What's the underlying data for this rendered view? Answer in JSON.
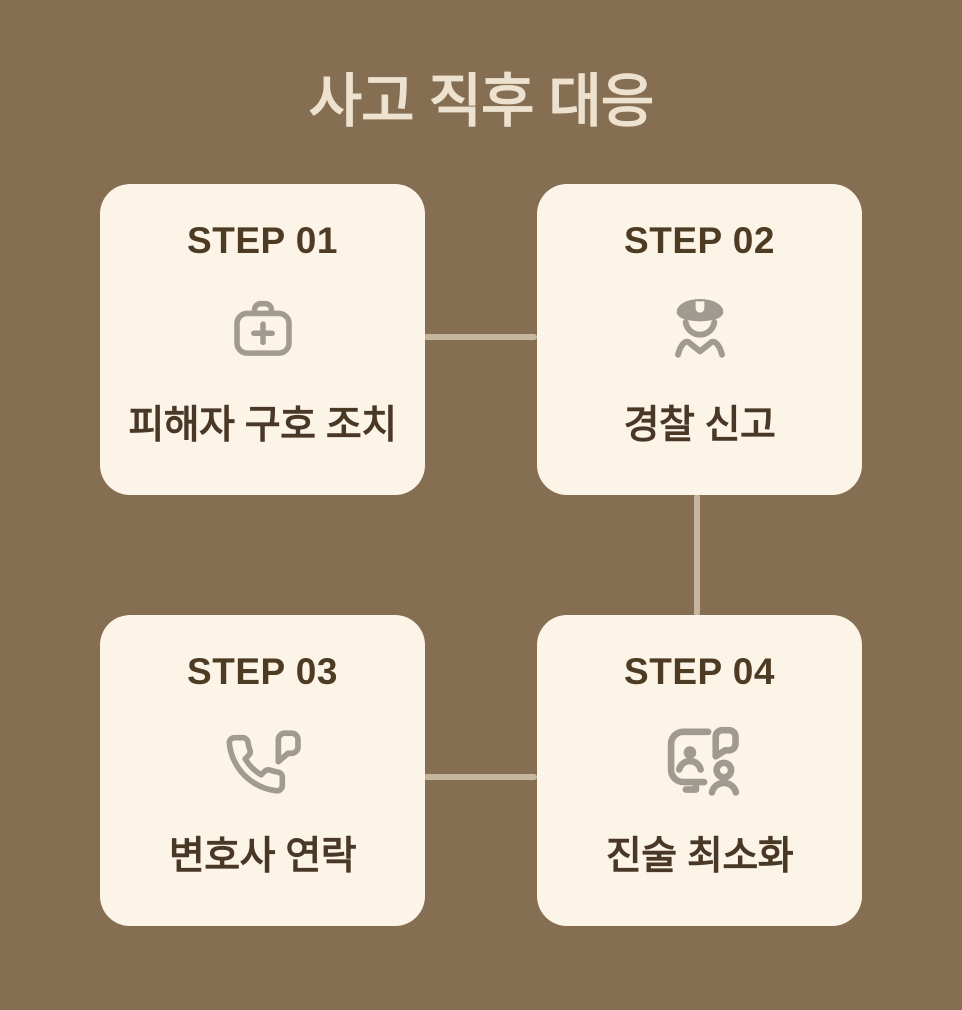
{
  "title": "사고 직후 대응",
  "colors": {
    "background": "#856e52",
    "card_background": "#fdf4e8",
    "title_text": "#ede2d0",
    "step_text": "#4e3b23",
    "label_text": "#4a3826",
    "icon_gray": "#a09a90",
    "connector": "#c6b69f"
  },
  "steps": [
    {
      "step": "STEP 01",
      "label": "피해자 구호 조치",
      "icon": "first-aid-kit-icon"
    },
    {
      "step": "STEP 02",
      "label": "경찰 신고",
      "icon": "police-officer-icon"
    },
    {
      "step": "STEP 03",
      "label": "변호사 연락",
      "icon": "phone-call-icon"
    },
    {
      "step": "STEP 04",
      "label": "진술 최소화",
      "icon": "statement-interview-icon"
    }
  ]
}
